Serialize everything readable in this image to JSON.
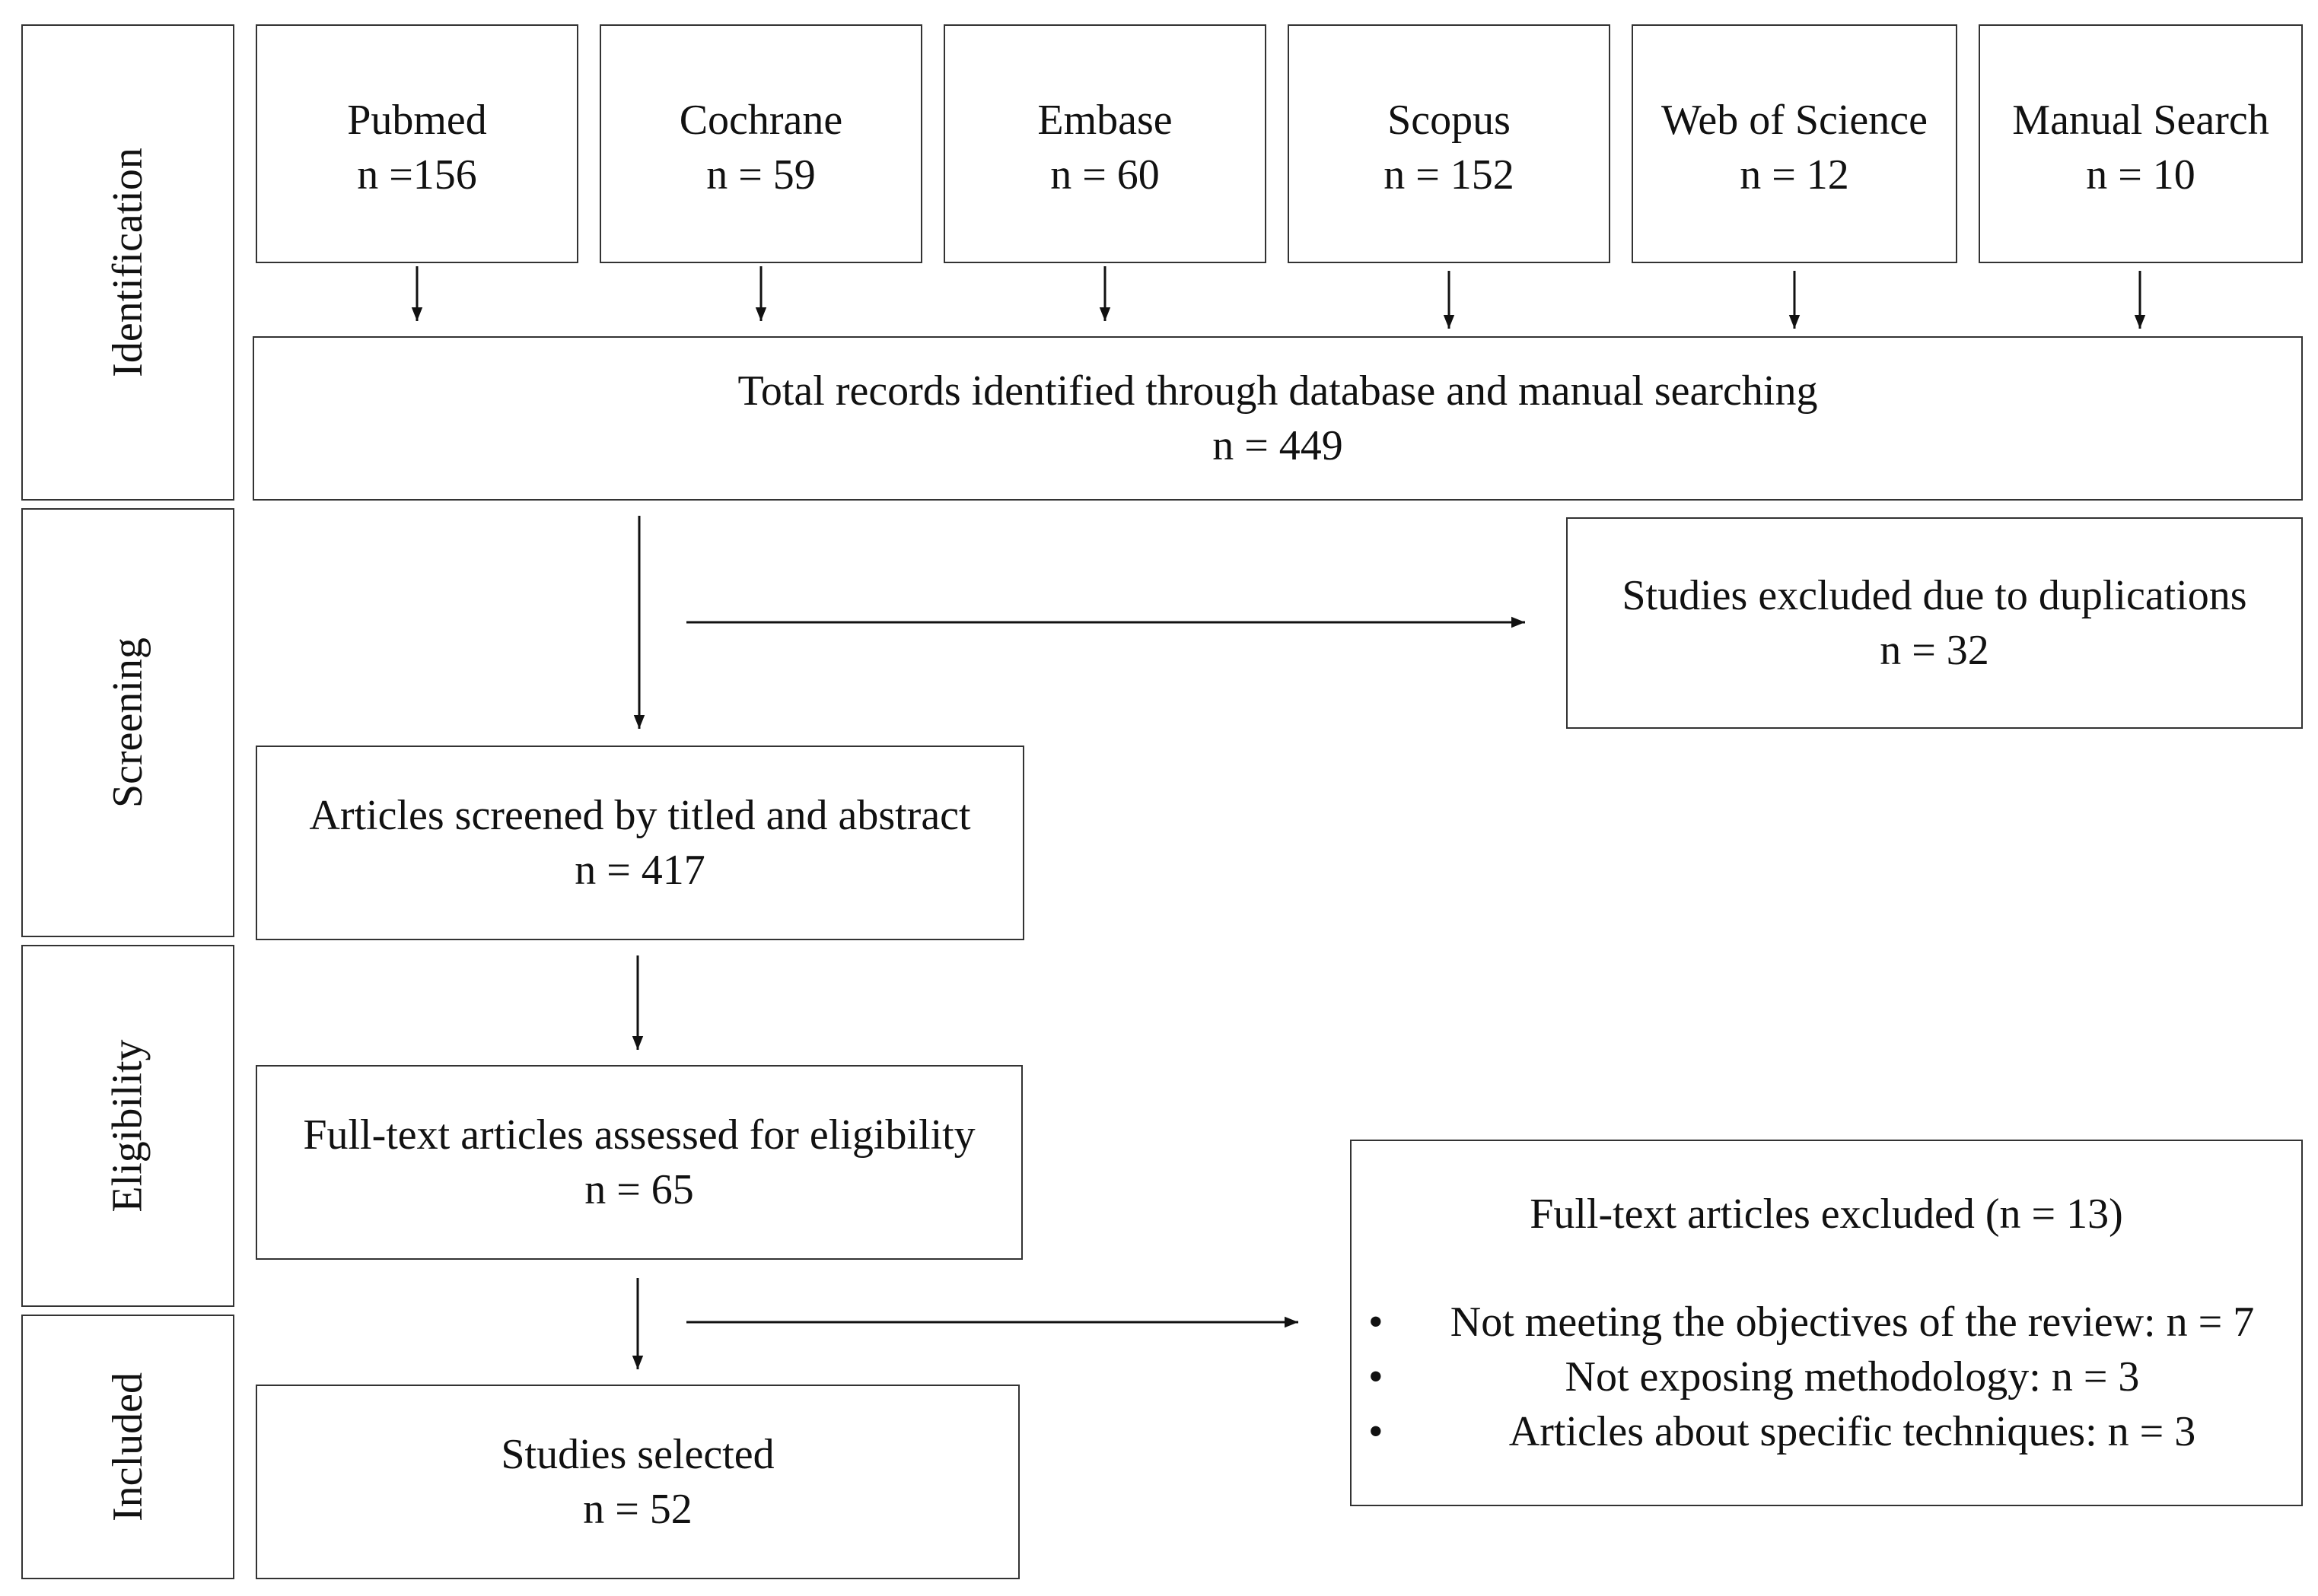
{
  "stages": {
    "identification": "Identification",
    "screening": "Screening",
    "eligibility": "Eligibility",
    "included": "Included"
  },
  "sources": [
    {
      "name": "Pubmed",
      "count": "n =156"
    },
    {
      "name": "Cochrane",
      "count": "n = 59"
    },
    {
      "name": "Embase",
      "count": "n = 60"
    },
    {
      "name": "Scopus",
      "count": "n = 152"
    },
    {
      "name": "Web of Science",
      "count": "n = 12"
    },
    {
      "name": "Manual Search",
      "count": "n = 10"
    }
  ],
  "total": {
    "label": "Total records identified through database and manual searching",
    "count": "n = 449"
  },
  "duplicates": {
    "label": "Studies excluded due to duplications",
    "count": "n = 32"
  },
  "screened": {
    "label": "Articles screened by titled and abstract",
    "count": "n = 417"
  },
  "fulltext": {
    "label": "Full-text articles assessed for eligibility",
    "count": "n = 65"
  },
  "excluded": {
    "title": "Full-text articles excluded (n = 13)",
    "bullet": "•",
    "reasons": [
      "Not meeting the objectives of the review: n = 7",
      "Not exposing methodology: n = 3",
      "Articles about specific techniques: n = 3"
    ]
  },
  "selected": {
    "label": "Studies selected",
    "count": "n = 52"
  }
}
